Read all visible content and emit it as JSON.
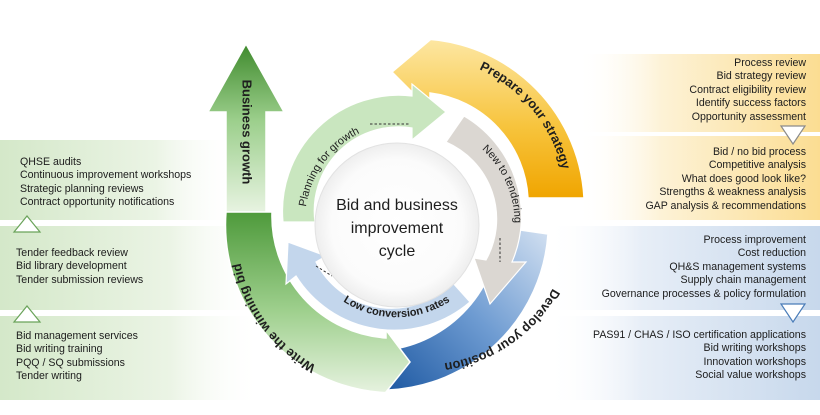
{
  "center": {
    "title_lines": [
      "Bid and business",
      "improvement",
      "cycle"
    ]
  },
  "outer_cycle": {
    "prepare": "Prepare your strategy",
    "develop": "Develop your position",
    "write": "Write the winning bid",
    "growth": "Business growth"
  },
  "inner_cycle": {
    "planning": "Planning for growth",
    "new": "New to tendering",
    "low": "Low conversion rates"
  },
  "right_panels": [
    {
      "items": [
        "Process review",
        "Bid strategy review",
        "Contract eligibility review",
        "Identify success factors",
        "Opportunity assessment"
      ]
    },
    {
      "items": [
        "Bid / no bid process",
        "Competitive analysis",
        "What does good look like?",
        "Strengths & weakness analysis",
        "GAP analysis & recommendations"
      ]
    },
    {
      "items": [
        "Process improvement",
        "Cost reduction",
        "QH&S management systems",
        "Supply chain management",
        "Governance processes & policy formulation"
      ]
    },
    {
      "items": [
        "PAS91 / CHAS / ISO certification applications",
        "Bid writing workshops",
        "Innovation workshops",
        "Social value workshops"
      ]
    }
  ],
  "left_panels": [
    {
      "items": [
        "QHSE audits",
        "Continuous improvement workshops",
        "Strategic planning reviews",
        "Contract opportunity notifications"
      ]
    },
    {
      "items": [
        "Tender feedback review",
        "Bid library development",
        "Tender submission reviews"
      ]
    },
    {
      "items": [
        "Bid management services",
        "Bid writing training",
        "PQQ / SQ submissions",
        "Tender writing"
      ]
    }
  ],
  "colors": {
    "orange": "#f5b51c",
    "orange_light": "#fde9b8",
    "blue": "#2f6fb6",
    "blue_light": "#dbe7f4",
    "green": "#5fa84a",
    "green_light": "#e3efd9",
    "inner_green": "#c6e3bc",
    "inner_grey": "#d8d4cf",
    "inner_blue": "#c4d6ec"
  }
}
